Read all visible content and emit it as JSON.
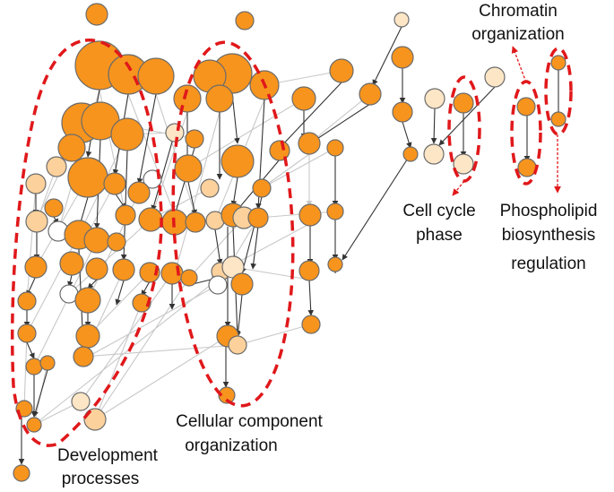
{
  "labels": {
    "chromatin_1": "Chromatin",
    "chromatin_2": "organization",
    "cellcycle_1": "Cell cycle",
    "cellcycle_2": "phase",
    "phospho_1": "Phospholipid",
    "phospho_2": "biosynthesis",
    "phospho_3": "regulation",
    "cellular_1": "Cellular component",
    "cellular_2": "organization",
    "development_1": "Development",
    "development_2": "processes"
  },
  "colors": {
    "node_dark": "#f7941d",
    "node_light": "#fcd19c",
    "node_lighter": "#fde6c6",
    "node_white": "#ffffff",
    "node_stroke": "#6b6b6b",
    "edge_dark": "#333333",
    "edge_light": "#c8c8c8",
    "cluster_outline": "#e0181b"
  }
}
